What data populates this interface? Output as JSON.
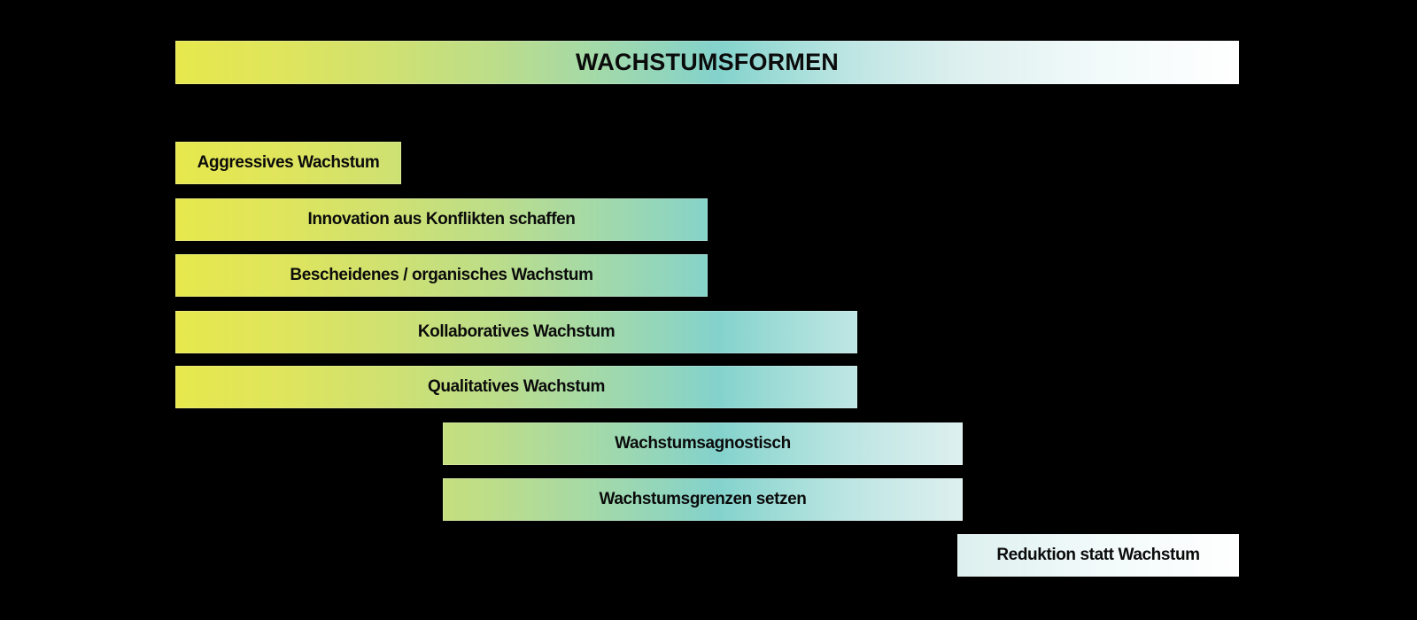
{
  "header": {
    "title": "WACHSTUMSFORMEN"
  },
  "palette": {
    "background": "#000000",
    "text": "#0b0b0b",
    "gradient_start_yellow": "#e7e84d",
    "gradient_mid_green": "#9dd8b0",
    "gradient_peak_teal": "#83d2cc",
    "gradient_light_teal": "#bfe6e4",
    "gradient_end_white": "#ffffff"
  },
  "bars": [
    {
      "label": "Aggressives Wachstum"
    },
    {
      "label": "Innovation aus Konflikten schaffen"
    },
    {
      "label": "Bescheidenes / organisches Wachstum"
    },
    {
      "label": "Kollaboratives Wachstum"
    },
    {
      "label": "Qualitatives Wachstum"
    },
    {
      "label": "Wachstumsagnostisch"
    },
    {
      "label": "Wachstumsgrenzen setzen"
    },
    {
      "label": "Reduktion statt Wachstum"
    }
  ]
}
